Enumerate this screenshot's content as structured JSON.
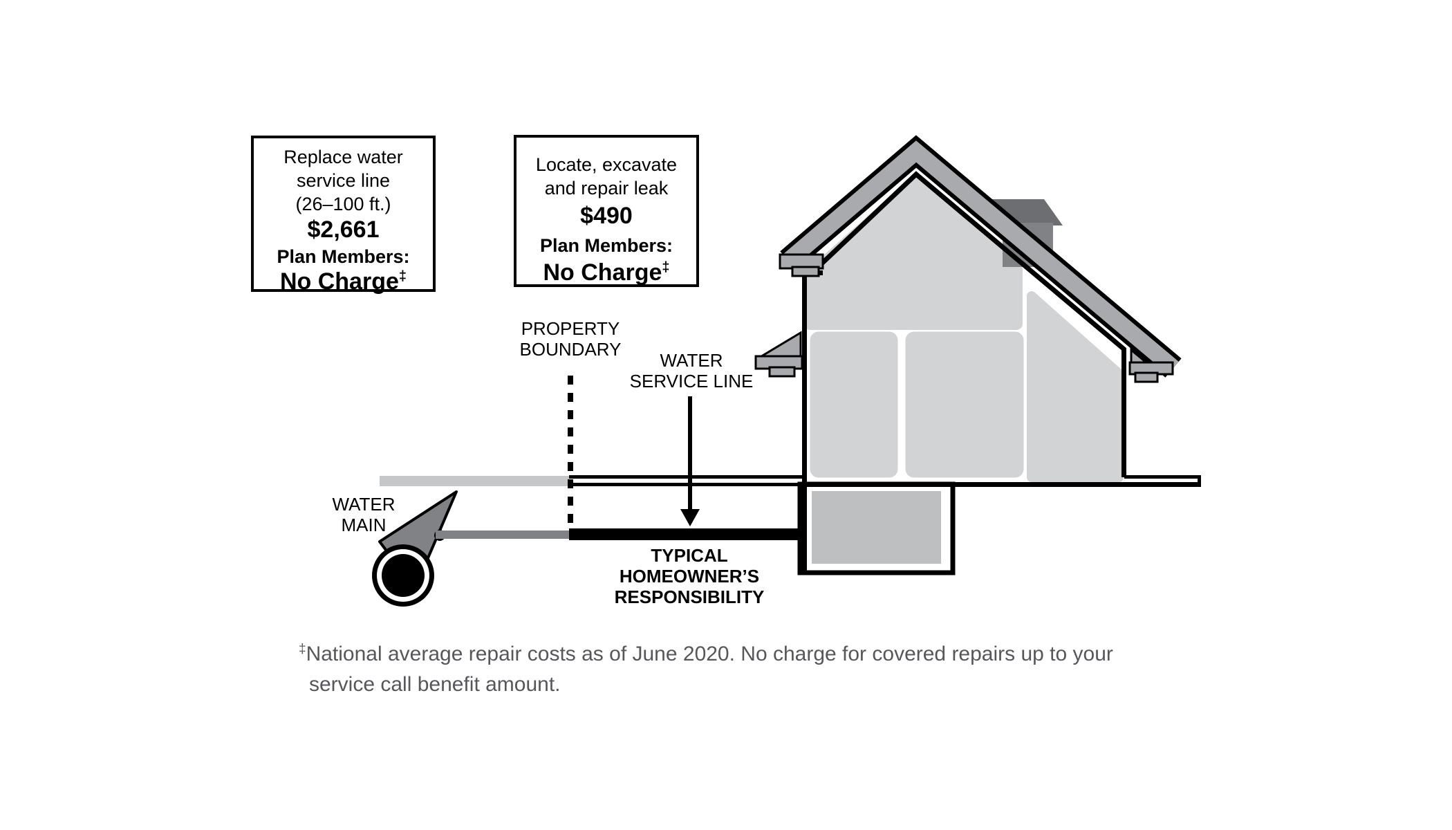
{
  "callout_boxes": [
    {
      "line1": "Replace water",
      "line2": "service line",
      "line3": "(26–100 ft.)",
      "price": "$2,661",
      "members_label": "Plan Members:",
      "charge_label": "No Charge",
      "footnote_marker": "‡"
    },
    {
      "line1": "Locate, excavate",
      "line2": "and repair leak",
      "price": "$490",
      "members_label": "Plan Members:",
      "charge_label": "No Charge",
      "footnote_marker": "‡"
    }
  ],
  "labels": {
    "property_boundary": {
      "line1": "PROPERTY",
      "line2": "BOUNDARY"
    },
    "water_service_line": {
      "line1": "WATER",
      "line2": "SERVICE LINE"
    },
    "water_main": {
      "line1": "WATER",
      "line2": "MAIN"
    },
    "responsibility": {
      "line1": "TYPICAL",
      "line2": "HOMEOWNER’S",
      "line3": "RESPONSIBILITY"
    }
  },
  "footnote": {
    "marker": "‡",
    "line1": "National average repair costs as of June 2020. No charge for covered repairs up to your",
    "line2": "service call benefit amount."
  },
  "colors": {
    "black": "#000000",
    "room_gray": "#D2D3D5",
    "roof_gray": "#A8AAAD",
    "mid_gray": "#808285",
    "dark_gray": "#6D6E71",
    "basement_gray": "#BDBFC1",
    "street_gray": "#C6C7C9",
    "footnote_gray": "#55575B",
    "background": "#FFFFFF"
  }
}
